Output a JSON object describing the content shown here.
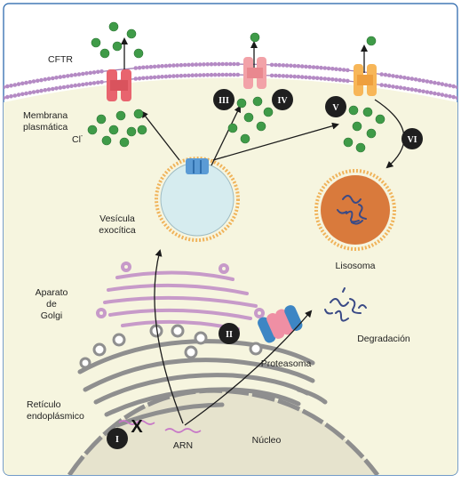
{
  "labels": {
    "cftr": "CFTR",
    "membrane_line1": "Membrana",
    "membrane_line2": "plasmática",
    "chloride": "Cl",
    "chloride_sup": "-",
    "vesicle_line1": "Vesícula",
    "vesicle_line2": "exocítica",
    "lysosome": "Lisosoma",
    "golgi_line1": "Aparato",
    "golgi_line2": "de",
    "golgi_line3": "Golgi",
    "proteasome": "Proteasoma",
    "degradation": "Degradación",
    "er_line1": "Retículo",
    "er_line2": "endoplásmico",
    "rna": "ARN",
    "nucleus": "Núcleo",
    "blocked_mark": "X"
  },
  "classes": [
    "I",
    "II",
    "III",
    "IV",
    "V",
    "VI"
  ],
  "colors": {
    "cytoplasm": "#f6f5df",
    "membrane_head": "#b48ac4",
    "chloride_dot": "#3f9b48",
    "channel_red": "#e8646e",
    "channel_pink": "#f2a2a8",
    "channel_orange": "#f7b658",
    "channel_blue": "#5b9bd5",
    "vesicle": "#d6ecef",
    "lysosome": "#d97a3c",
    "golgi": "#c79ac9",
    "badge": "#1f1f1f"
  }
}
